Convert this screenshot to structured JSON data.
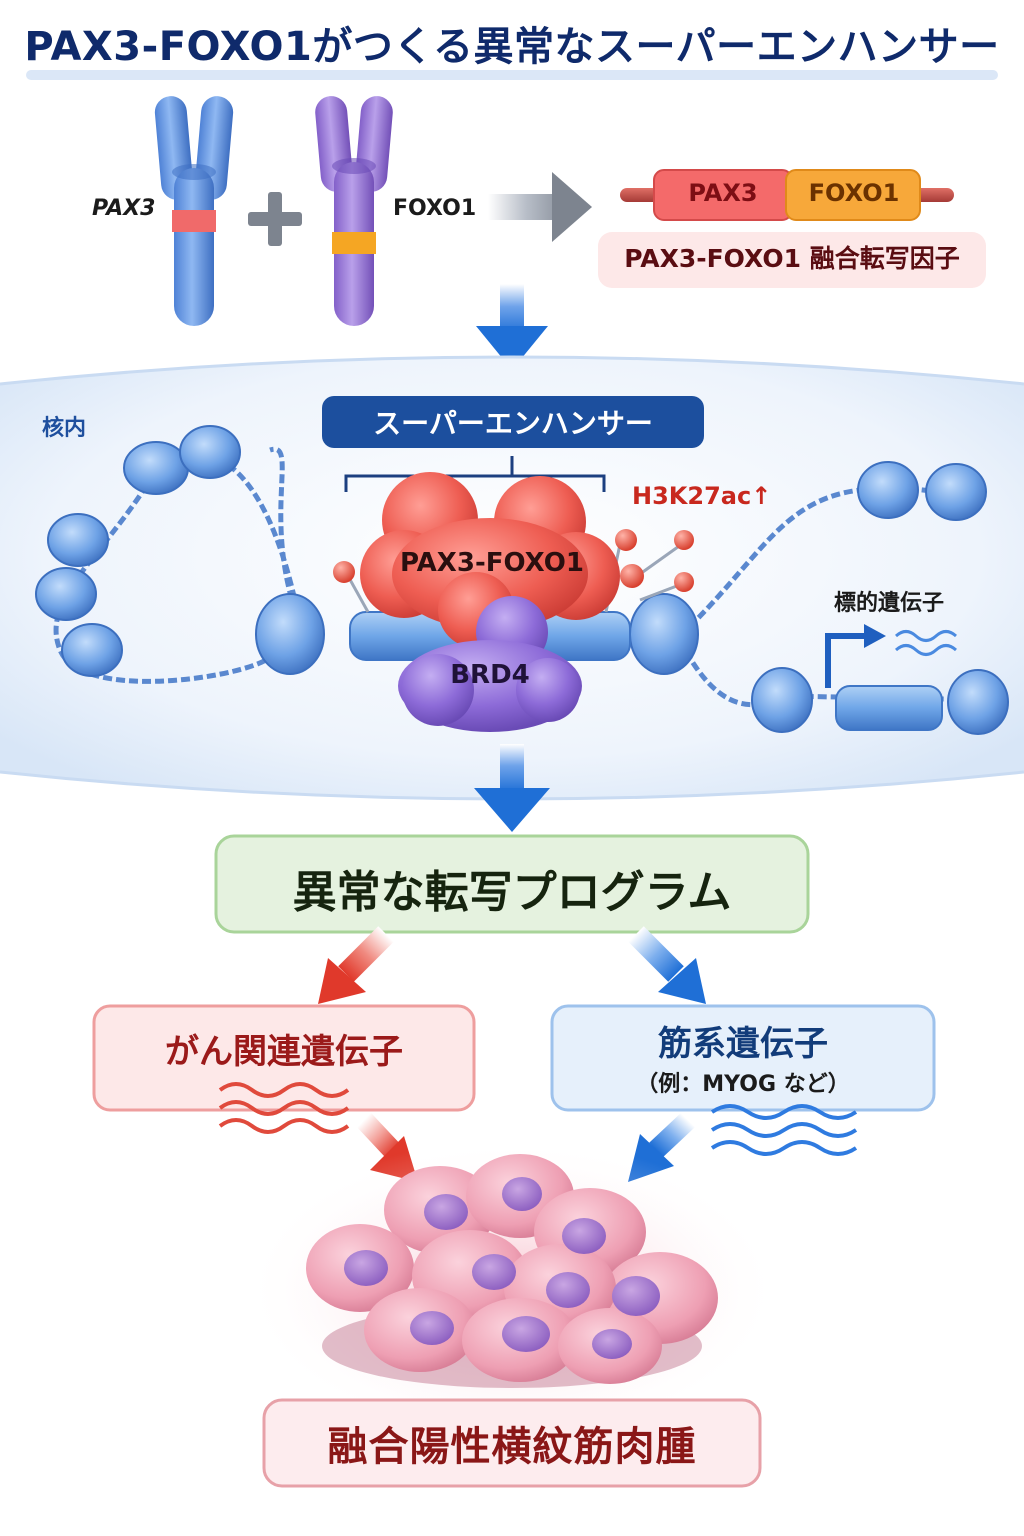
{
  "title": "PAX3-FOXO1がつくる異常なスーパーエンハンサー",
  "chromosomes": {
    "left_label": "PAX3",
    "right_label": "FOXO1"
  },
  "fusion_gene": {
    "segment_left": "PAX3",
    "segment_right": "FOXO1",
    "name": "PAX3-FOXO1 融合転写因子"
  },
  "nucleus": {
    "label": "核内",
    "super_enhancer": "スーパーエンハンサー",
    "histone_mark": "H3K27ac↑",
    "protein_fusion": "PAX3-FOXO1",
    "protein_reader": "BRD4",
    "target_genes": "標的遺伝子"
  },
  "program": "異常な転写プログラム",
  "outputs": {
    "oncogenic": "がん関連遺伝子",
    "muscle": "筋系遺伝子",
    "muscle_example": "（例：MYOG など）"
  },
  "disease": "融合陽性横紋筋肉腫",
  "colors": {
    "title": "#0f2a6b",
    "arrow_blue": "#1f6fd6",
    "arrow_red": "#e0392b",
    "pax3_band": "#f06a6a",
    "foxo1_band": "#f5a623",
    "label_box": "#1c4f9e"
  }
}
